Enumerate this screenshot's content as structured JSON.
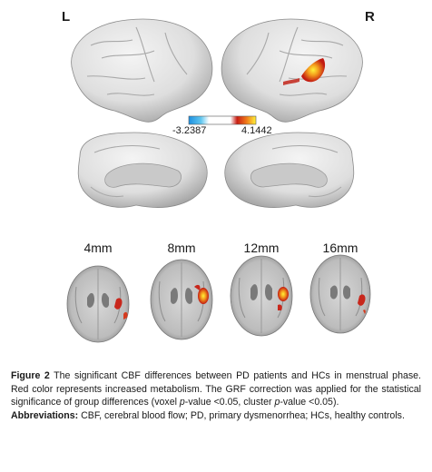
{
  "figure": {
    "hemisphere_labels": {
      "left": "L",
      "right": "R"
    },
    "colorbar": {
      "min_label": "-3.2387",
      "max_label": "4.1442",
      "min_value": -3.2387,
      "max_value": 4.1442,
      "colors": [
        "#1d8fe0",
        "#5fc6f0",
        "#ffffff",
        "#c81e14",
        "#f07a1a",
        "#fff23a"
      ]
    },
    "slice_depths": [
      "4mm",
      "8mm",
      "12mm",
      "16mm"
    ]
  },
  "caption": {
    "figure_label": "Figure 2",
    "p1_a": " The significant CBF differences between PD patients and HCs in menstrual phase. Red color represents increased metabolism. The GRF correction was applied for the statistical significance of group differences (voxel ",
    "p_italic": "p",
    "p1_b": "-value <0.05, cluster ",
    "p1_c": "-value <0.05).",
    "abbrev_label": "Abbreviations:",
    "abbrev_text": " CBF, cerebral blood flow; PD, primary dysmenorrhea; HCs, healthy controls."
  }
}
